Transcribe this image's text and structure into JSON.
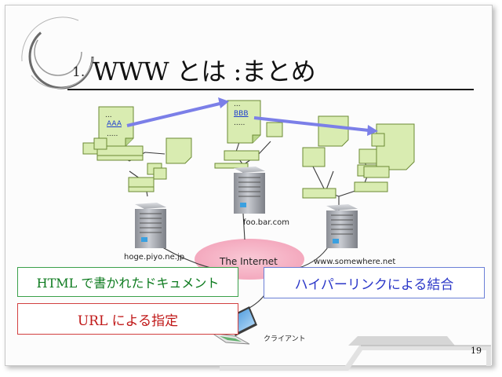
{
  "slide": {
    "number_prefix": "1.",
    "title": "WWW とは :まとめ",
    "page_number": "19"
  },
  "documents": {
    "doc1": {
      "line1": "...",
      "link": "AAA",
      "line3": "....."
    },
    "doc2": {
      "line1": "...",
      "link": "BBB",
      "line3": "....."
    }
  },
  "hosts": {
    "left": "hoge.piyo.ne.jp",
    "middle": "foo.bar.com",
    "right": "www.somewhere.net"
  },
  "internet_label": "The Internet",
  "client_label": "クライアント",
  "boxes": {
    "green": "HTML で書かれたドキュメント",
    "red": "URL による指定",
    "blue": "ハイパーリンクによる結合"
  },
  "colors": {
    "doc_fill": "#d9ecb1",
    "doc_stroke": "#6b8a34",
    "link_arrow": "#7b7fe8",
    "internet_blob": "#f6b8c8",
    "green_text": "#0c7a1e",
    "red_text": "#c01818",
    "blue_text": "#2b37c8"
  }
}
